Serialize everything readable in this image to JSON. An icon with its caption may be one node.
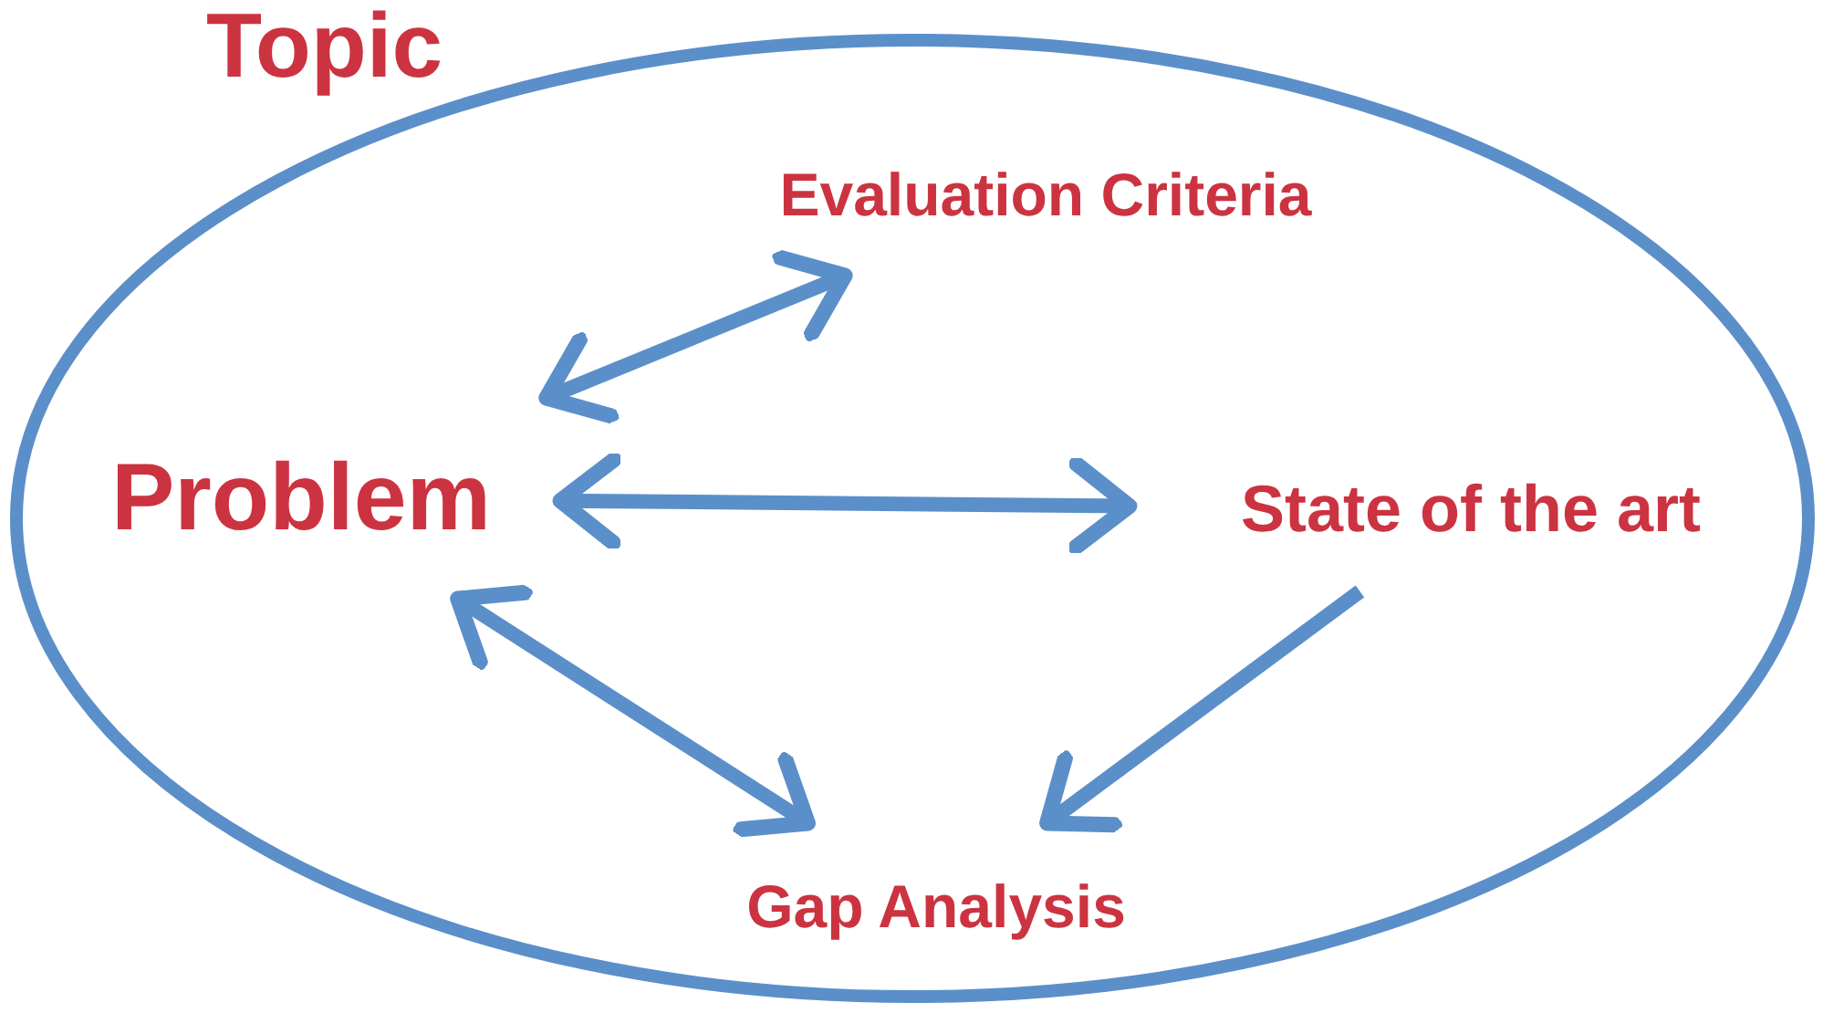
{
  "diagram": {
    "nodes": [
      {
        "text": [
          "Topic"
        ]
      },
      {
        "text": [
          "Problem"
        ],
        "in": 0
      },
      {
        "text": [
          "Evaluation Criteria"
        ],
        "in": 0
      },
      {
        "text": [
          "State of the art"
        ],
        "in": 0
      },
      {
        "text": [
          "Gap Analysis"
        ],
        "in": 0
      }
    ],
    "edges": [
      {
        "from": 1,
        "to": 2,
        "arrow": "both"
      },
      {
        "from": 1,
        "to": 3,
        "arrow": "both"
      },
      {
        "from": 1,
        "to": 4,
        "arrow": "both"
      },
      {
        "from": 3,
        "to": 4,
        "arrow": "to"
      }
    ]
  }
}
